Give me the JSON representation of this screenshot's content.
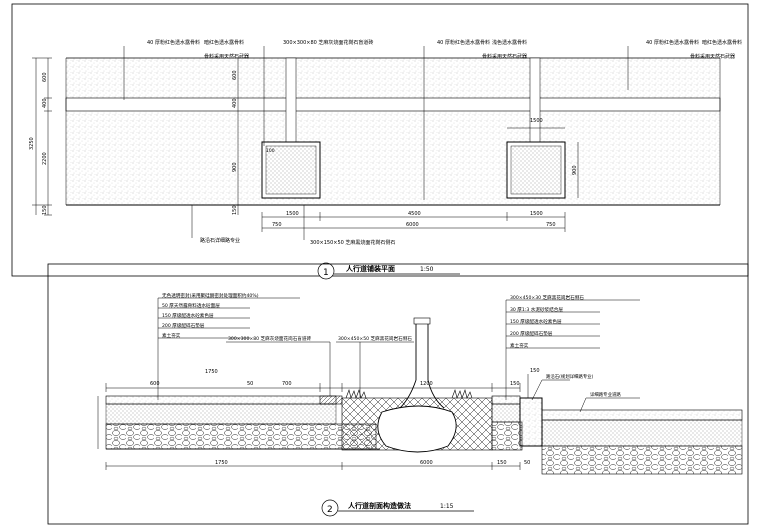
{
  "plan": {
    "title": "人行道铺装平面",
    "scale": "1:50",
    "number": "1",
    "callouts": {
      "left_1": "40 厚粉红色透水露骨料",
      "left_2": "暗红色透水露骨料",
      "left_3": "骨料采用天然石武器",
      "mid": "300×300×80  芝麻灰烧面花岗石盲道砖",
      "right_1": "40 厚粉红色透水露骨料",
      "right_2": "浅色透水露骨料",
      "right_3": "骨料采用天然石武器",
      "far_1": "40 厚粉红色透水露骨料",
      "far_2": "暗红色透水露骨料",
      "far_3": "骨料采用天然石武器",
      "curb": "路沿石详细路专业",
      "edge": "300×150×50  芝麻黑烧面花岗石侧石"
    },
    "dims": {
      "total": "3250",
      "top": "600",
      "mid1": "400",
      "low": "2200",
      "bottom": "150",
      "tree": "900",
      "tree_h": "1500",
      "span_a": "1500",
      "span_b": "4500",
      "span_c": "1500",
      "span_total": "6000",
      "sub_a": "750",
      "sub_b": "750",
      "note": "150",
      "side": "100"
    }
  },
  "section": {
    "title": "人行道剖面构造做法",
    "scale": "1:15",
    "number": "2",
    "left_notes": [
      "无色透明密封(采用聚硅酮密封处理面积约40%)",
      "50 厚天然露骨料透水砼面层",
      "150 厚级配透水砼素色层",
      "200 厚级配碎石垫层",
      "素土夯实"
    ],
    "right_notes": [
      "300×450×30  芝麻黑花岗岩石侧石",
      "30 厚1:3 水泥砂浆结合层",
      "150 厚级配透水砼素色层",
      "200 厚级配碎石垫层",
      "素土夯实"
    ],
    "mid_notes": {
      "a": "300×300×80 芝麻灰烧面花岗石盲道砖",
      "b": "300×450×50  芝麻黑花岗岩石侧石"
    },
    "tags": {
      "curb": "路沿石(规划详细路专业)",
      "road": "详细路专业道路"
    },
    "dims": {
      "d600": "600",
      "d1750": "1750",
      "d50": "50",
      "d700": "700",
      "d1200": "1200",
      "d150": "150",
      "d150b": "150",
      "d1750b": "1750",
      "d6000": "6000",
      "d150c": "150",
      "d50b": "50"
    }
  }
}
